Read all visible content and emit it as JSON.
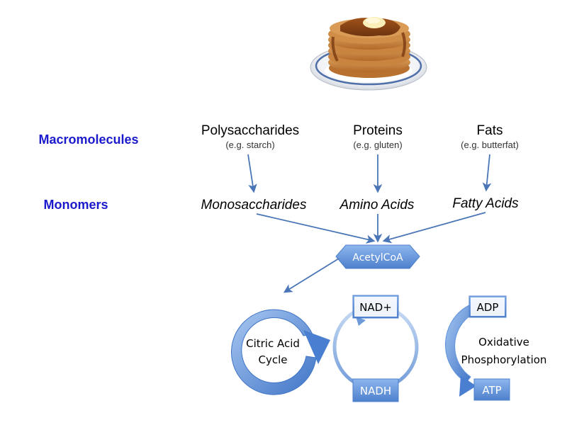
{
  "row_labels": {
    "macromolecules": "Macromolecules",
    "monomers": "Monomers"
  },
  "macromolecules": [
    {
      "name": "Polysaccharides",
      "example": "(e.g. starch)"
    },
    {
      "name": "Proteins",
      "example": "(e.g. gluten)"
    },
    {
      "name": "Fats",
      "example": "(e.g. butterfat)"
    }
  ],
  "monomers": [
    "Monosaccharides",
    "Amino Acids",
    "Fatty Acids"
  ],
  "hub": "AcetylCoA",
  "citric_cycle": {
    "line1": "Citric Acid",
    "line2": "Cycle"
  },
  "nad_cycle": {
    "top": "NAD+",
    "bottom": "NADH"
  },
  "oxphos": {
    "top": "ADP",
    "bottom": "ATP",
    "line1": "Oxidative",
    "line2": "Phosphorylation"
  },
  "colors": {
    "label_blue": "#1a1acc",
    "arrow": "#4a76b8",
    "box_fill": "#5f93dd",
    "box_text": "#ffffff"
  }
}
